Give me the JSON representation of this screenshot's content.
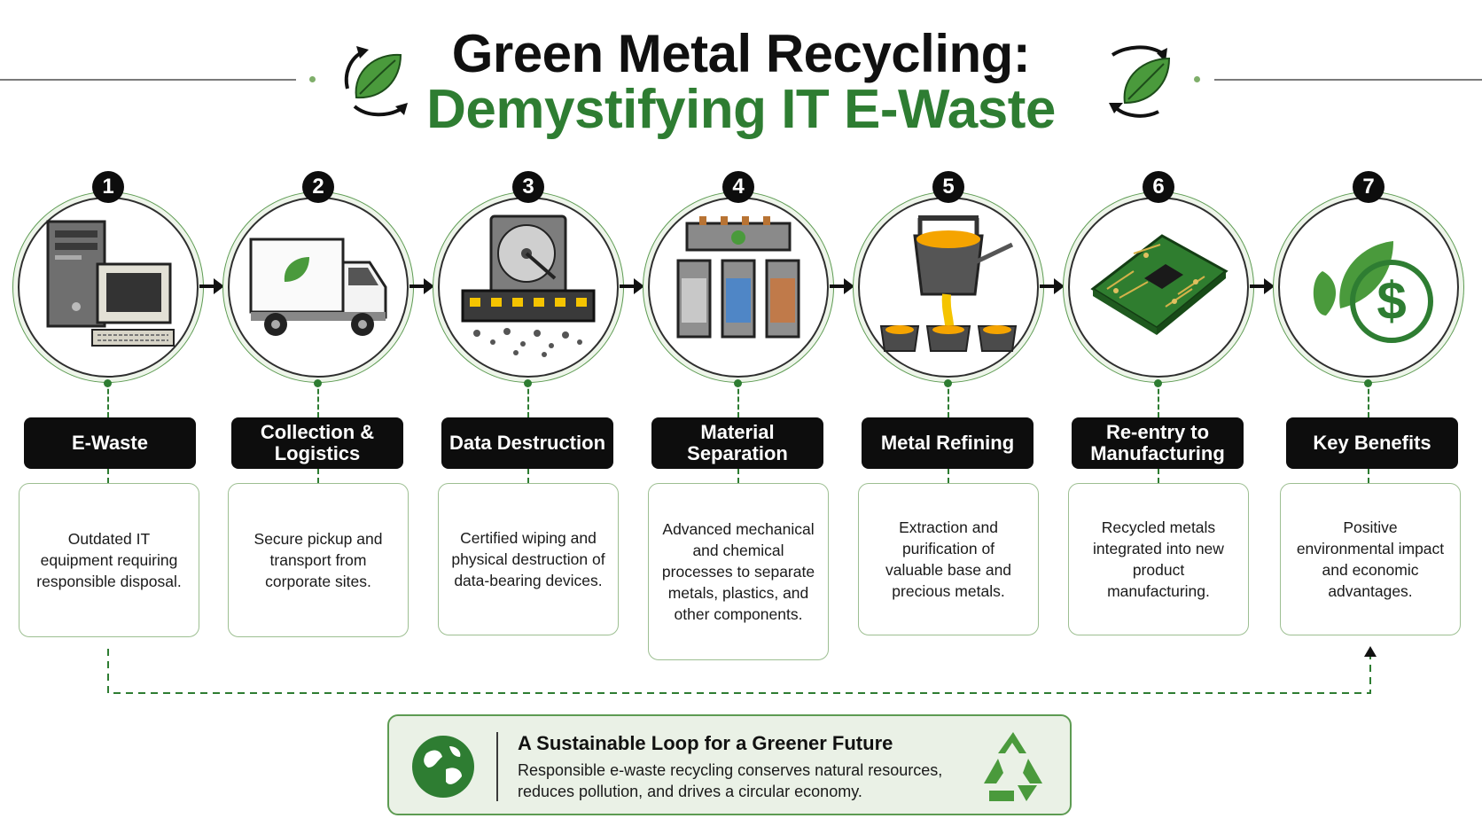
{
  "header": {
    "title_line1": "Green Metal Recycling:",
    "title_line2": "Demystifying IT E-Waste"
  },
  "colors": {
    "accent_green": "#2e7d32",
    "leaf_green": "#4a9a3c",
    "badge_black": "#0d0d0d",
    "molten_orange": "#f5a400"
  },
  "steps": [
    {
      "number": "1",
      "label": "E-Waste",
      "description": "Outdated IT equipment requiring responsible disposal.",
      "icon": "computer-icon"
    },
    {
      "number": "2",
      "label": "Collection & Logistics",
      "description": "Secure pickup and transport from corporate sites.",
      "icon": "truck-icon"
    },
    {
      "number": "3",
      "label": "Data Destruction",
      "description": "Certified wiping and physical destruction of data-bearing devices.",
      "icon": "hard-drive-shredder-icon"
    },
    {
      "number": "4",
      "label": "Material Separation",
      "description": "Advanced mechanical and chemical processes to separate metals, plastics, and other components.",
      "icon": "sorting-machine-icon"
    },
    {
      "number": "5",
      "label": "Metal Refining",
      "description": "Extraction and purification of valuable base and precious metals.",
      "icon": "molten-metal-crucible-icon"
    },
    {
      "number": "6",
      "label": "Re-entry to Manufacturing",
      "description": "Recycled metals integrated into new product manufacturing.",
      "icon": "circuit-board-icon"
    },
    {
      "number": "7",
      "label": "Key Benefits",
      "description": "Positive environmental impact and economic advantages.",
      "icon": "leaf-dollar-icon"
    }
  ],
  "banner": {
    "title": "A Sustainable Loop for a Greener Future",
    "text": "Responsible e-waste recycling conserves natural resources, reduces pollution, and drives a circular economy.",
    "left_icon": "globe-icon",
    "right_icon": "recycle-icon"
  }
}
